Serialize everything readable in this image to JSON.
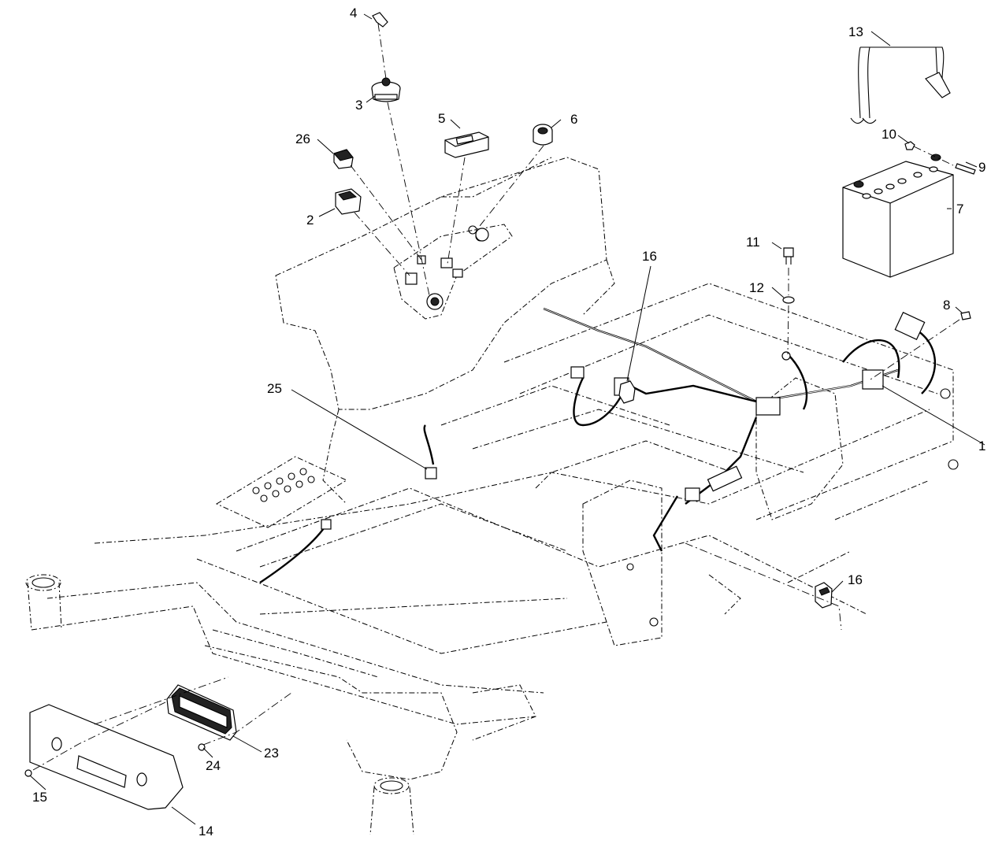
{
  "callouts": {
    "c1": "1",
    "c2": "2",
    "c3": "3",
    "c4": "4",
    "c5": "5",
    "c6": "6",
    "c7": "7",
    "c8": "8",
    "c9": "9",
    "c10": "10",
    "c11": "11",
    "c12": "12",
    "c13": "13",
    "c14": "14",
    "c15": "15",
    "c16a": "16",
    "c16b": "16",
    "c23": "23",
    "c24": "24",
    "c25": "25",
    "c26": "26"
  }
}
